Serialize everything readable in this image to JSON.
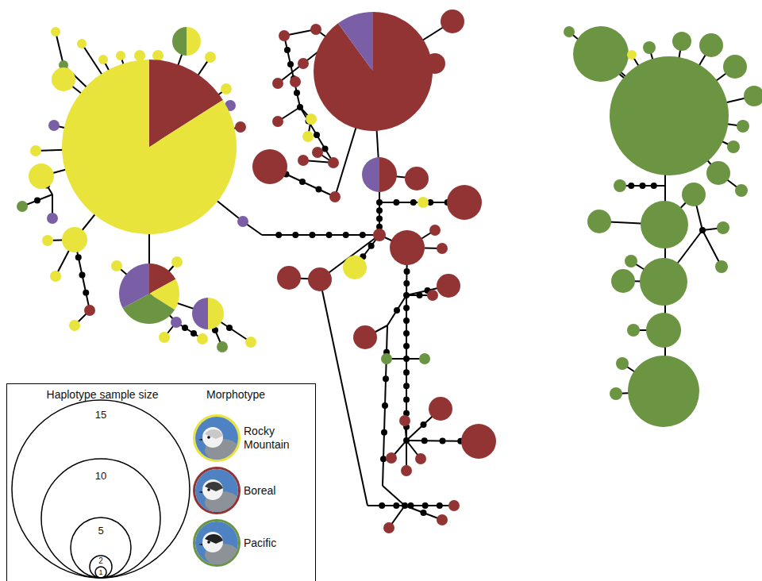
{
  "diagram": {
    "labels": [
      "Haplotype sample size",
      "15",
      "10",
      "5",
      "2",
      "1",
      "Morphotype"
    ],
    "legend": [
      {
        "text": "Rocky Mountain",
        "color": "#e8e43c"
      },
      {
        "text": "Boreal",
        "color": "#923434"
      },
      {
        "text": "Pacific",
        "color": "#6b9443"
      }
    ]
  }
}
